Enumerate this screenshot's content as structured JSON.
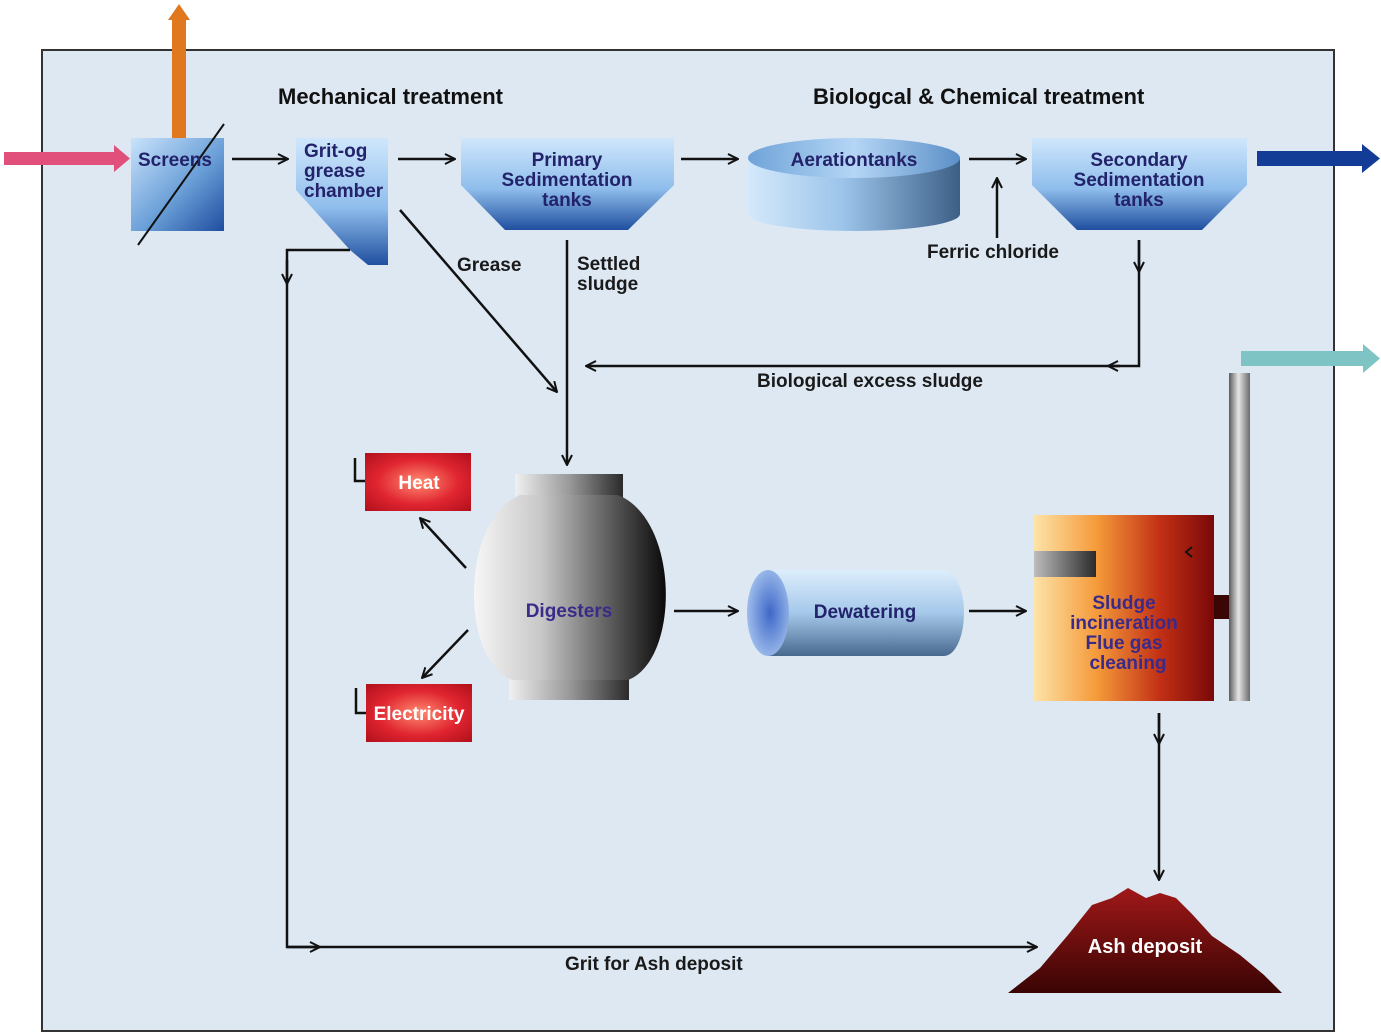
{
  "headers": {
    "mechanical": "Mechanical treatment",
    "biological": "Biologcal & Chemical treatment"
  },
  "units": {
    "screens": "Screens",
    "grit_chamber": [
      "Grit-og",
      "grease",
      "chamber"
    ],
    "primary_sedimentation": [
      "Primary",
      "Sedimentation",
      "tanks"
    ],
    "aeration_tanks": "Aerationtanks",
    "secondary_sedimentation": [
      "Secondary",
      "Sedimentation",
      "tanks"
    ],
    "digesters": "Digesters",
    "dewatering": "Dewatering",
    "incineration": [
      "Sludge",
      "incineration",
      "Flue gas",
      "cleaning"
    ],
    "heat": "Heat",
    "electricity": "Electricity",
    "ash_deposit": "Ash deposit"
  },
  "flow_labels": {
    "grease": "Grease",
    "settled_sludge": [
      "Settled",
      "sludge"
    ],
    "ferric_chloride": "Ferric chloride",
    "biological_excess_sludge": "Biological excess sludge",
    "grit_for_ash": "Grit for Ash deposit"
  },
  "colors": {
    "panel": "#dde8f3",
    "influent_arrow": "#e0507a",
    "exhaust_arrow": "#e07820",
    "effluent_arrow": "#123c96",
    "flue_arrow": "#7fc4c4",
    "heat_box": "#d81c2a",
    "ash": "#8a1010"
  }
}
